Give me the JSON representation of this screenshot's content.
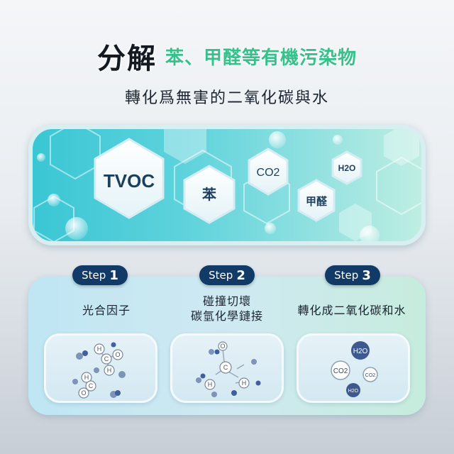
{
  "headline": {
    "main": "分解",
    "highlight": "苯、甲醛等有機污染物"
  },
  "subline": "轉化爲無害的二氧化碳與水",
  "banner": {
    "tvoc": "TVOC",
    "benzene": "苯",
    "co2": "CO2",
    "h2o": "H2O",
    "formaldehyde": "甲醛"
  },
  "steps": [
    {
      "word": "Step",
      "num": "1",
      "title": "光合因子"
    },
    {
      "word": "Step",
      "num": "2",
      "title_line1": "碰撞切壞",
      "title_line2": "碳氫化學鏈接"
    },
    {
      "word": "Step",
      "num": "3",
      "title": "轉化成二氧化碳和水"
    }
  ],
  "molecule_letters": {
    "h": "H",
    "c": "C",
    "o": "O"
  },
  "product_labels": {
    "h2o": "H2O",
    "co2": "CO2"
  },
  "colors": {
    "accent_green": "#34c28a",
    "pill_navy": "#123a66",
    "banner_teal": "#3ac6d4"
  }
}
